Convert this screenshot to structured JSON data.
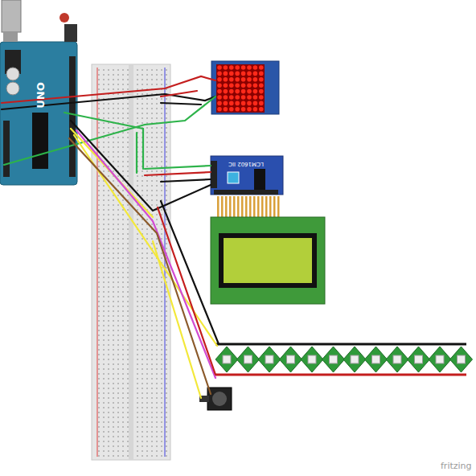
{
  "diagram": {
    "labels": [
      "UNO",
      "LCM1602 IIC",
      "fritzing"
    ]
  }
}
